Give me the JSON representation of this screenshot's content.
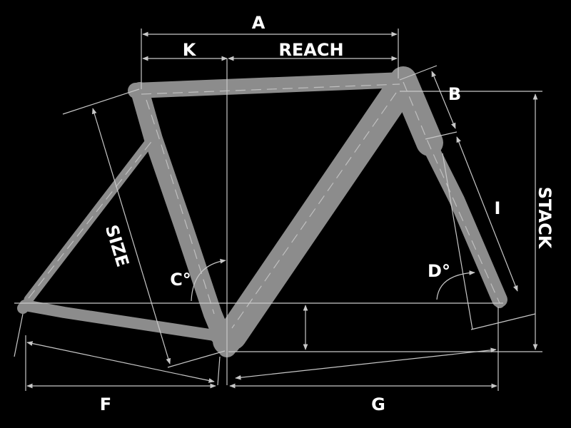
{
  "labels": {
    "a": "A",
    "k": "K",
    "reach": "REACH",
    "b": "B",
    "stack": "STACK",
    "i": "I",
    "size": "SIZE",
    "c": "C°",
    "d": "D°",
    "f": "F",
    "g": "G"
  },
  "colors": {
    "background": "#000000",
    "frame": "#8c8c8c",
    "dimension_lines": "#c8c8c8",
    "text": "#ffffff"
  }
}
